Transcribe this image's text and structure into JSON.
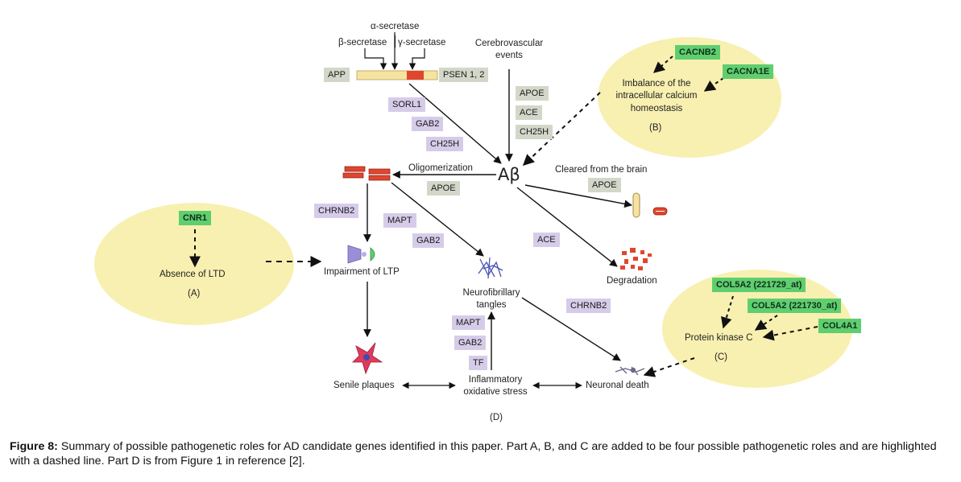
{
  "top": {
    "alpha_secretase": "α-secretase",
    "beta_secretase": "β-secretase",
    "gamma_secretase": "γ-secretase",
    "cerebrovascular": "Cerebrovascular",
    "events": "events"
  },
  "genes": {
    "app": "APP",
    "psen": "PSEN 1, 2",
    "sorl1": "SORL1",
    "gab2_a": "GAB2",
    "ch25h_a": "CH25H",
    "apoe_a": "APOE",
    "ace_a": "ACE",
    "ch25h_b": "CH25H",
    "apoe_olig": "APOE",
    "apoe_clear": "APOE",
    "chrnb2_a": "CHRNB2",
    "mapt_a": "MAPT",
    "gab2_b": "GAB2",
    "ace_b": "ACE",
    "chrnb2_b": "CHRNB2",
    "mapt_b": "MAPT",
    "gab2_c": "GAB2",
    "tf": "TF",
    "cnr1": "CNR1",
    "cacnb2": "CACNB2",
    "cacna1e": "CACNA1E",
    "col5a2_1": "COL5A2 (221729_at)",
    "col5a2_2": "COL5A2 (221730_at)",
    "col4a1": "COL4A1"
  },
  "labels": {
    "abeta": "Aβ",
    "oligomerization": "Oligomerization",
    "cleared": "Cleared from the brain",
    "degradation": "Degradation",
    "impairment_ltp": "Impairment of LTP",
    "nft_1": "Neurofibrillary",
    "nft_2": "tangles",
    "senile": "Senile plaques",
    "inflam_1": "Inflammatory",
    "inflam_2": "oxidative stress",
    "neuronal_death": "Neuronal death",
    "part_d": "(D)",
    "absence_ltd": "Absence of LTD",
    "part_a": "(A)",
    "imbalance_1": "Imbalance of the",
    "imbalance_2": "intracellular calcium",
    "imbalance_3": "homeostasis",
    "part_b": "(B)",
    "pkc": "Protein kinase C",
    "part_c": "(C)"
  },
  "caption": {
    "prefix": "Figure 8:",
    "text": " Summary of possible pathogenetic roles for AD candidate genes identified in this paper. Part A, B, and C are added to be four possible pathogenetic roles and are highlighted with a dashed line. Part D is from Figure 1 in reference [2]."
  },
  "colors": {
    "ellipse": "#f8f0b0",
    "gene_purple": "#d6cce9",
    "gene_grey": "#d3d7c9",
    "gene_green": "#5fce6f"
  }
}
